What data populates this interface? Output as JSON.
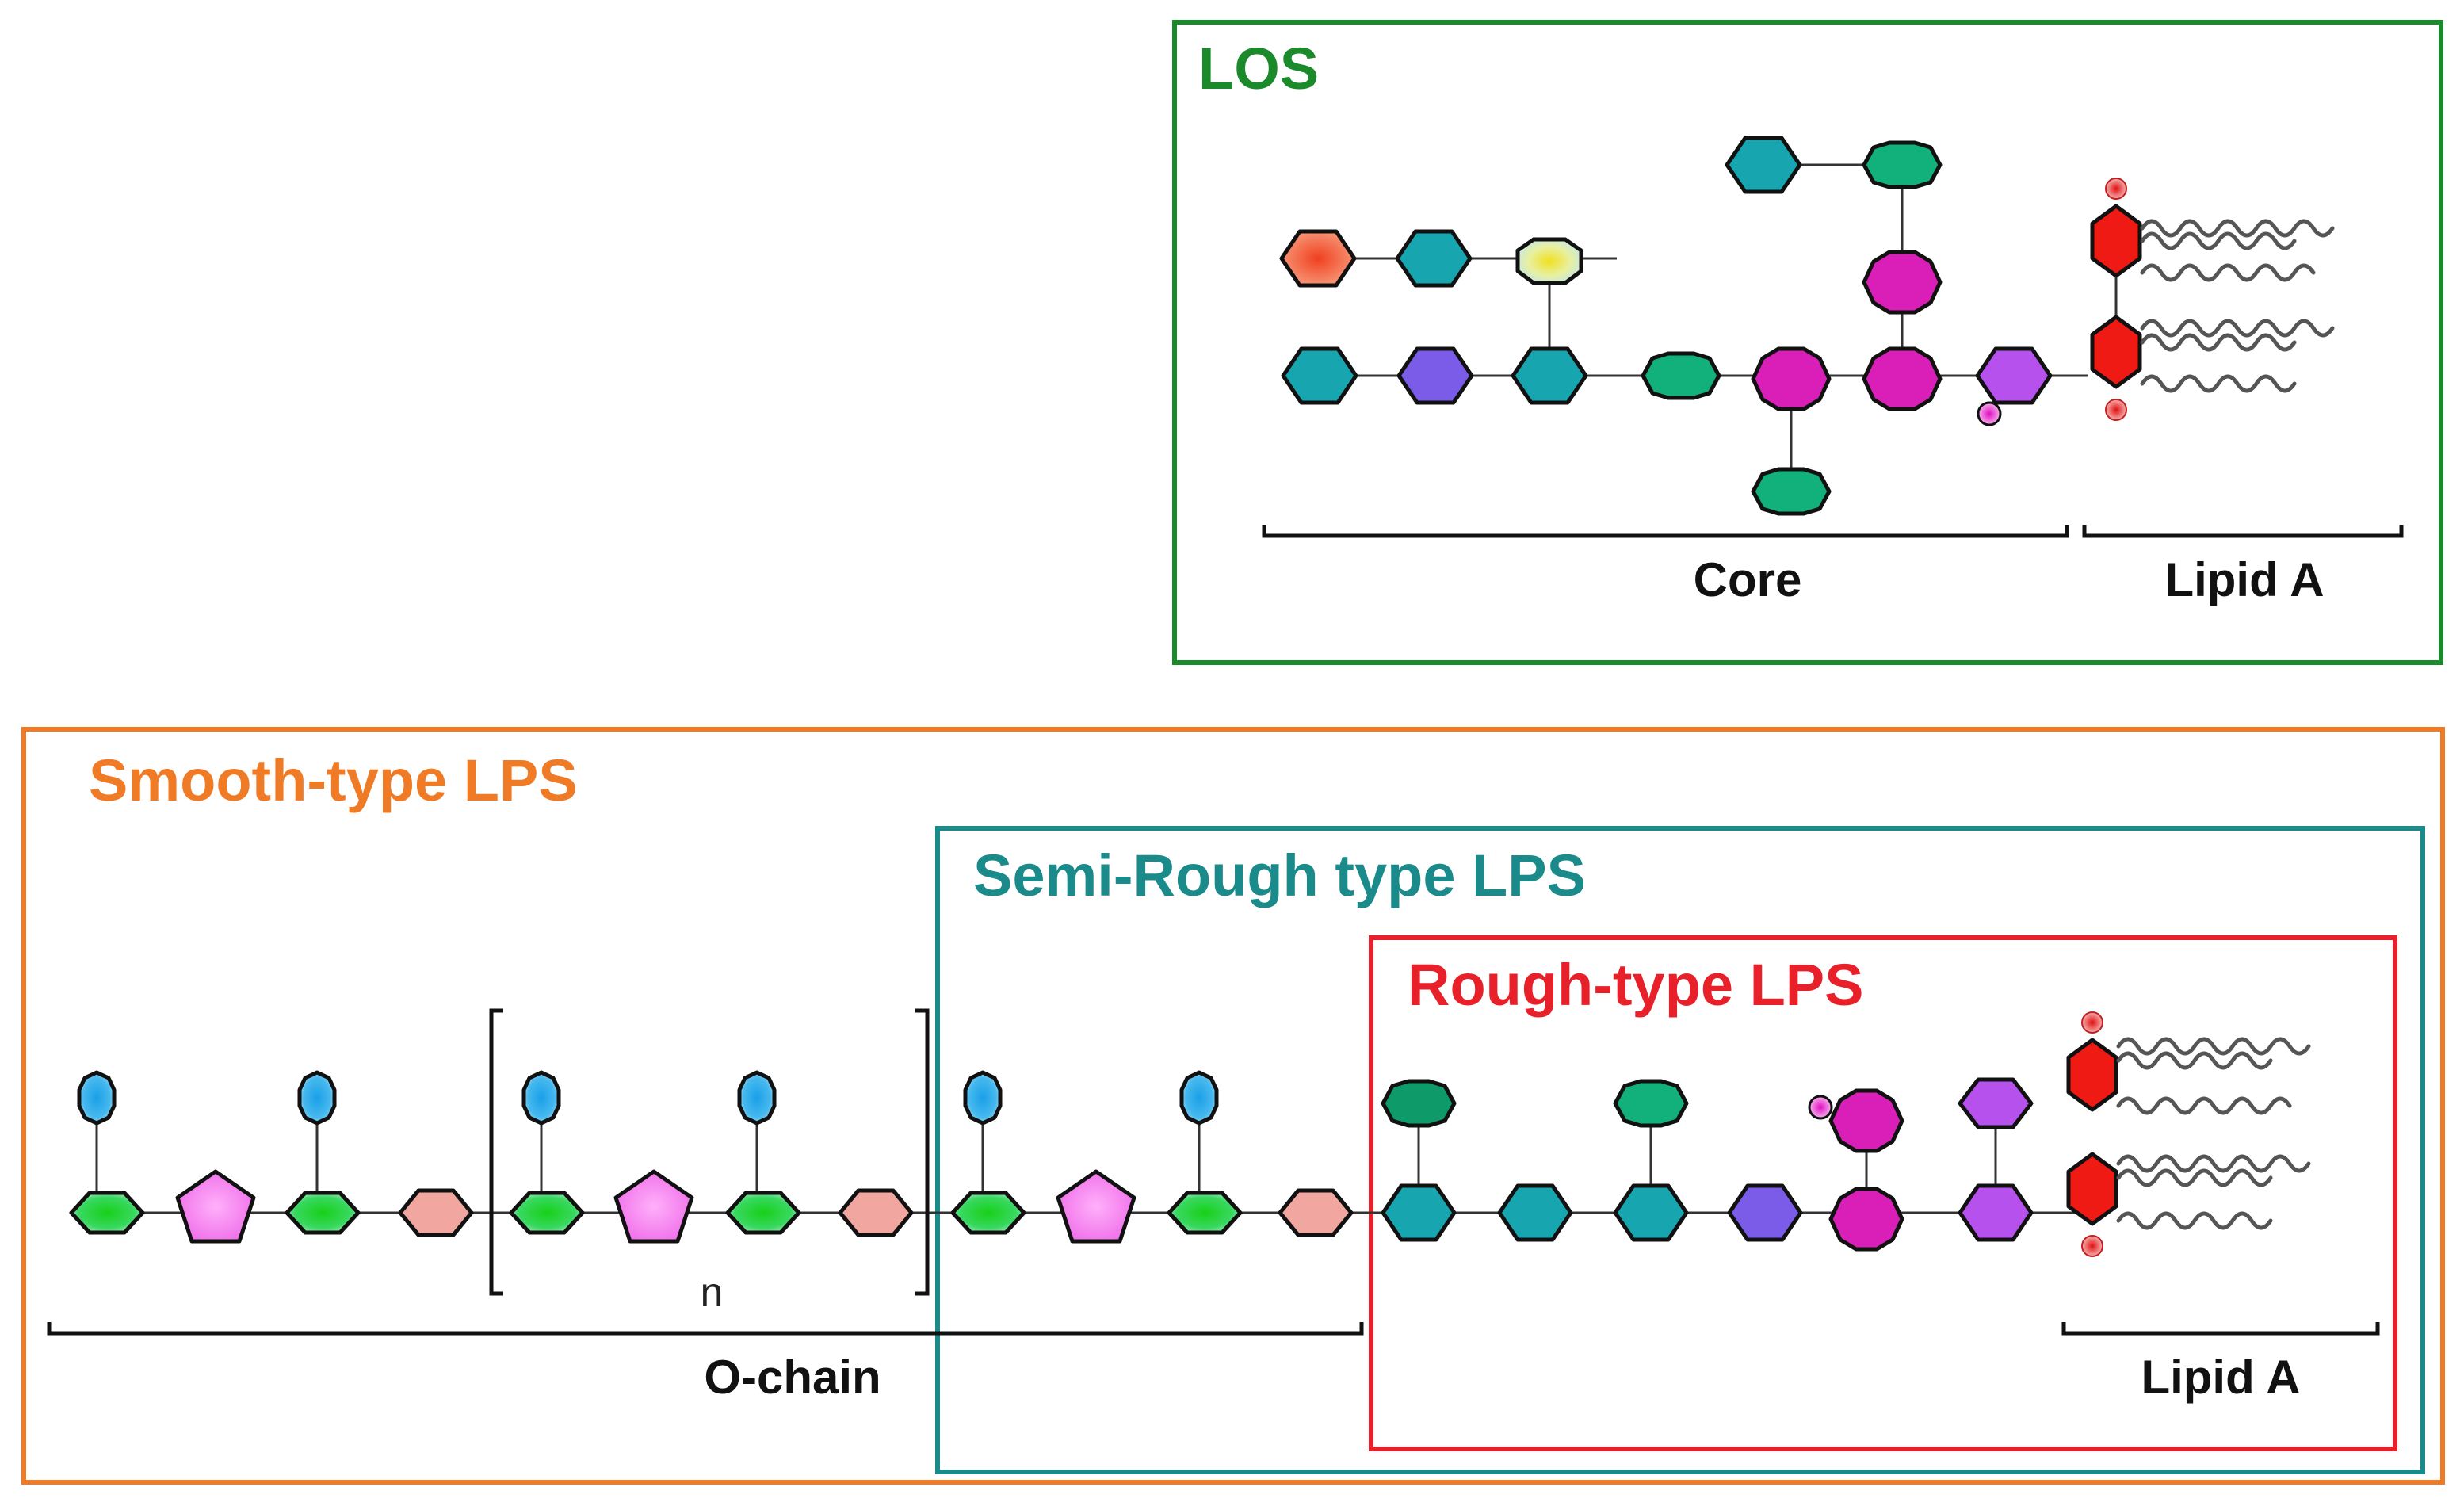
{
  "colors": {
    "los_frame": "#1a8a2a",
    "smooth_frame": "#f07b27",
    "semi_rough_frame": "#1b8a8a",
    "rough_frame": "#e8202a",
    "sugar_teal": "#17a6b0",
    "sugar_green_gradient": "#20d060",
    "sugar_emerald": "#12b07a",
    "sugar_blue_gradient": "#45b8ee",
    "sugar_pink_pentagon": "#f06ae6",
    "sugar_salmon": "#f2a6a0",
    "sugar_magenta": "#d91fb8",
    "sugar_purple": "#b651ee",
    "sugar_blue_violet": "#7a5ce8",
    "sugar_red": "#f01a14",
    "sugar_orange_gradient": "#f05a30",
    "sugar_yellow_gradient": "#ecec30",
    "phosphate": "#e23030"
  },
  "los": {
    "title": "LOS",
    "core_label": "Core",
    "lipid_a_label": "Lipid A"
  },
  "smooth": {
    "title": "Smooth-type LPS"
  },
  "semi_rough": {
    "title": "Semi-Rough type LPS"
  },
  "rough": {
    "title": "Rough-type LPS"
  },
  "lps": {
    "o_chain_label": "O-chain",
    "repeat_label": "n",
    "lipid_a_label": "Lipid A"
  },
  "legend_icons": {
    "hexagon": "hexagon-sugar-icon",
    "pentagon": "pentagon-sugar-icon",
    "heptagon": "heptagon-sugar-icon",
    "octagon": "octagon-sugar-icon",
    "phosphate": "phosphate-icon",
    "fatty_acid": "acyl-chain-icon"
  }
}
